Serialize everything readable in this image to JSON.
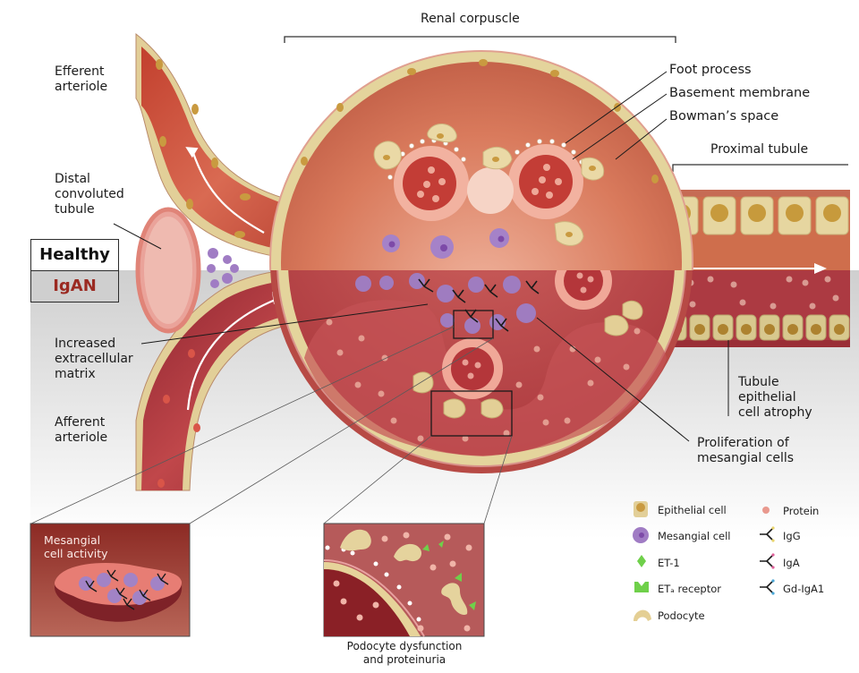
{
  "title_labels": {
    "renal_corpuscle": "Renal corpuscle",
    "proximal_tubule": "Proximal tubule"
  },
  "state_toggle": {
    "healthy": "Healthy",
    "igan": "IgAN"
  },
  "left_labels": {
    "efferent_arteriole": "Efferent\narteriole",
    "distal_tubule": "Distal\nconvoluted\ntubule",
    "increased_ecm": "Increased\nextracellular\nmatrix",
    "afferent_arteriole": "Afferent\narteriole"
  },
  "right_labels": {
    "foot_process": "Foot process",
    "basement_membrane": "Basement membrane",
    "bowmans_space": "Bowman’s space",
    "tubule_atrophy": "Tubule\nepithelial\ncell atrophy",
    "proliferation": "Proliferation of\nmesangial cells"
  },
  "insets": {
    "mesangial": {
      "title": "Mesangial\ncell activity"
    },
    "podocyte": {
      "caption": "Podocyte dysfunction\nand proteinuria"
    }
  },
  "legend": {
    "left": [
      {
        "icon": "epithelial-cell-icon",
        "label": "Epithelial cell"
      },
      {
        "icon": "mesangial-cell-icon",
        "label": "Mesangial cell"
      },
      {
        "icon": "et1-icon",
        "label": "ET-1"
      },
      {
        "icon": "eta-receptor-icon",
        "label": "ETₐ receptor"
      },
      {
        "icon": "podocyte-icon",
        "label": "Podocyte"
      }
    ],
    "right": [
      {
        "icon": "protein-icon",
        "label": "Protein"
      },
      {
        "icon": "igg-icon",
        "label": "IgG"
      },
      {
        "icon": "iga-icon",
        "label": "IgA"
      },
      {
        "icon": "gd-iga1-icon",
        "label": "Gd-IgA1"
      }
    ]
  },
  "colors": {
    "igan_accent": "#9b2a22",
    "healthy_lumen": "#d0684e",
    "igan_lumen": "#b8403f",
    "cell_wall": "#e3d2a0",
    "mesangial": "#9f7cc0",
    "igg_tip": "#e8d36a",
    "iga_tip": "#e0609a",
    "gd_iga1_tip": "#4aa8d8",
    "et1": "#6fd04a"
  }
}
